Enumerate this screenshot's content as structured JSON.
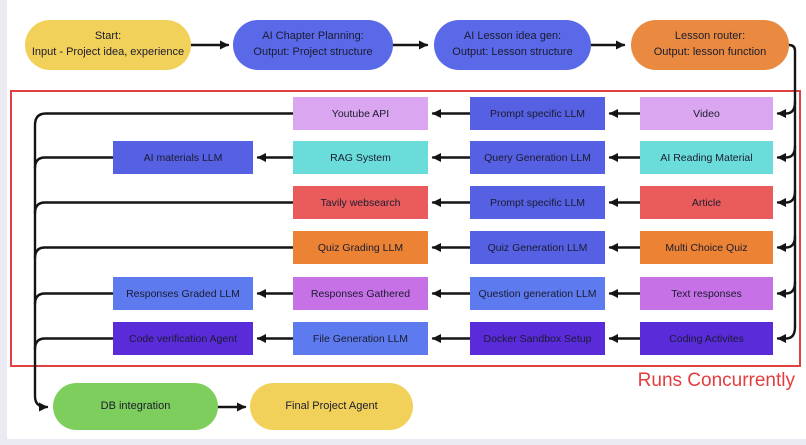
{
  "top_flow": [
    {
      "line1": "Start:",
      "line2": "Input - Project idea, experience"
    },
    {
      "line1": "AI Chapter Planning:",
      "line2": "Output: Project structure"
    },
    {
      "line1": "AI Lesson idea gen:",
      "line2": "Output: Lesson structure"
    },
    {
      "line1": "Lesson router:",
      "line2": "Output: lesson function"
    }
  ],
  "concurrent": {
    "label": "Runs Concurrently",
    "grid": {
      "r1c2": "Youtube API",
      "r1c3": "Prompt specific LLM",
      "r1c4": "Video",
      "r2c1": "AI materials LLM",
      "r2c2": "RAG System",
      "r2c3": "Query Generation LLM",
      "r2c4": "AI Reading Material",
      "r3c2": "Tavily websearch",
      "r3c3": "Prompt specific LLM",
      "r3c4": "Article",
      "r4c2": "Quiz Grading LLM",
      "r4c3": "Quiz Generation LLM",
      "r4c4": "Multi Choice Quiz",
      "r5c1": "Responses Graded LLM",
      "r5c2": "Responses Gathered",
      "r5c3": "Question generation LLM",
      "r5c4": "Text responses",
      "r6c1": "Code verification Agent",
      "r6c2": "File Generation LLM",
      "r6c3": "Docker Sandbox Setup",
      "r6c4": "Coding Activites"
    }
  },
  "bottom_flow": {
    "db": "DB integration",
    "final": "Final Project Agent"
  },
  "colors": {
    "frame_red": "#E04141",
    "label_red": "#E43D3F",
    "connector_black": "#141414",
    "yellow": "#F2D15A",
    "pill_blue": "#5A69E8",
    "pill_orange": "#EA8A41",
    "lavender": "#DAA6EF",
    "indigo_blue": "#5560E2",
    "teal": "#6ADDDA",
    "red_box": "#EA5C5C",
    "orange_box": "#EC8334",
    "cornflower_blue": "#5D7BEE",
    "orchid": "#C671E6",
    "violet": "#5A2BD9",
    "green": "#7DCE5C"
  }
}
